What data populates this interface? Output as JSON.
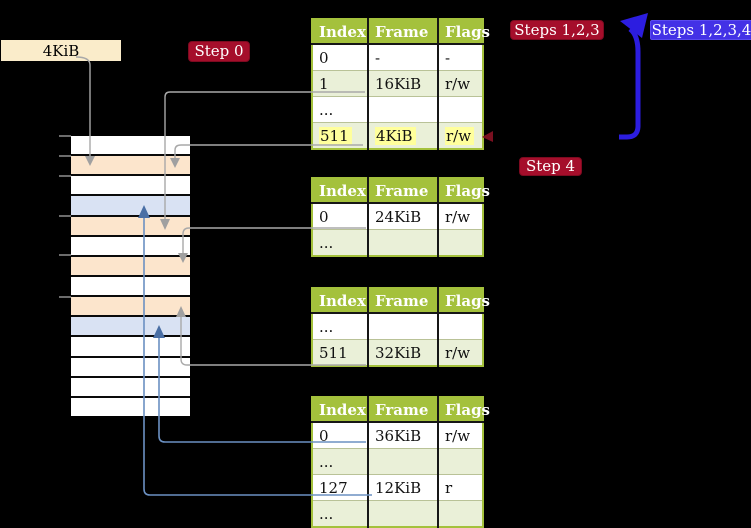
{
  "labels": {
    "page_size": "4KiB",
    "step0": "Step 0",
    "steps123": "Steps 1,2,3",
    "steps1234": "Steps 1,2,3,4",
    "step4": "Step 4"
  },
  "colors": {
    "table_header_green": "#a4c13c",
    "table_shade_green": "#eaf0d8",
    "highlight_yellow": "#ffff9c",
    "memory_peach": "#fce5cc",
    "memory_blue": "#d9e2f3",
    "badge_red": "#a50e2b",
    "badge_blue": "#4331e6",
    "big_arrow_blue": "#2c1de0",
    "connector_gray": "#a9a9a9",
    "connector_steel_blue": "#6b90c2"
  },
  "tables": [
    {
      "name": "page-table-top",
      "headers": [
        "Index",
        "Frame",
        "Flags"
      ],
      "rows": [
        {
          "cells": [
            "0",
            "-",
            "-"
          ],
          "shade": false,
          "highlight": false
        },
        {
          "cells": [
            "1",
            "16KiB",
            "r/w"
          ],
          "shade": true,
          "highlight": false
        },
        {
          "cells": [
            "...",
            "",
            ""
          ],
          "shade": false,
          "highlight": false
        },
        {
          "cells": [
            "511",
            "4KiB",
            "r/w"
          ],
          "shade": true,
          "highlight": true
        }
      ]
    },
    {
      "name": "page-table-second",
      "headers": [
        "Index",
        "Frame",
        "Flags"
      ],
      "rows": [
        {
          "cells": [
            "0",
            "24KiB",
            "r/w"
          ],
          "shade": false,
          "highlight": false
        },
        {
          "cells": [
            "...",
            "",
            ""
          ],
          "shade": true,
          "highlight": false
        }
      ]
    },
    {
      "name": "page-table-third",
      "headers": [
        "Index",
        "Frame",
        "Flags"
      ],
      "rows": [
        {
          "cells": [
            "...",
            "",
            ""
          ],
          "shade": false,
          "highlight": false
        },
        {
          "cells": [
            "511",
            "32KiB",
            "r/w"
          ],
          "shade": true,
          "highlight": false
        }
      ]
    },
    {
      "name": "page-table-bottom",
      "headers": [
        "Index",
        "Frame",
        "Flags"
      ],
      "rows": [
        {
          "cells": [
            "0",
            "36KiB",
            "r/w"
          ],
          "shade": false,
          "highlight": false
        },
        {
          "cells": [
            "...",
            "",
            ""
          ],
          "shade": true,
          "highlight": false
        },
        {
          "cells": [
            "127",
            "12KiB",
            "r"
          ],
          "shade": false,
          "highlight": false
        },
        {
          "cells": [
            "...",
            "",
            ""
          ],
          "shade": true,
          "highlight": false
        }
      ]
    }
  ],
  "memory": {
    "rows": [
      "white",
      "peach",
      "white",
      "blue",
      "peach",
      "white",
      "peach",
      "white",
      "peach",
      "blue",
      "white",
      "white",
      "white",
      "white"
    ]
  }
}
